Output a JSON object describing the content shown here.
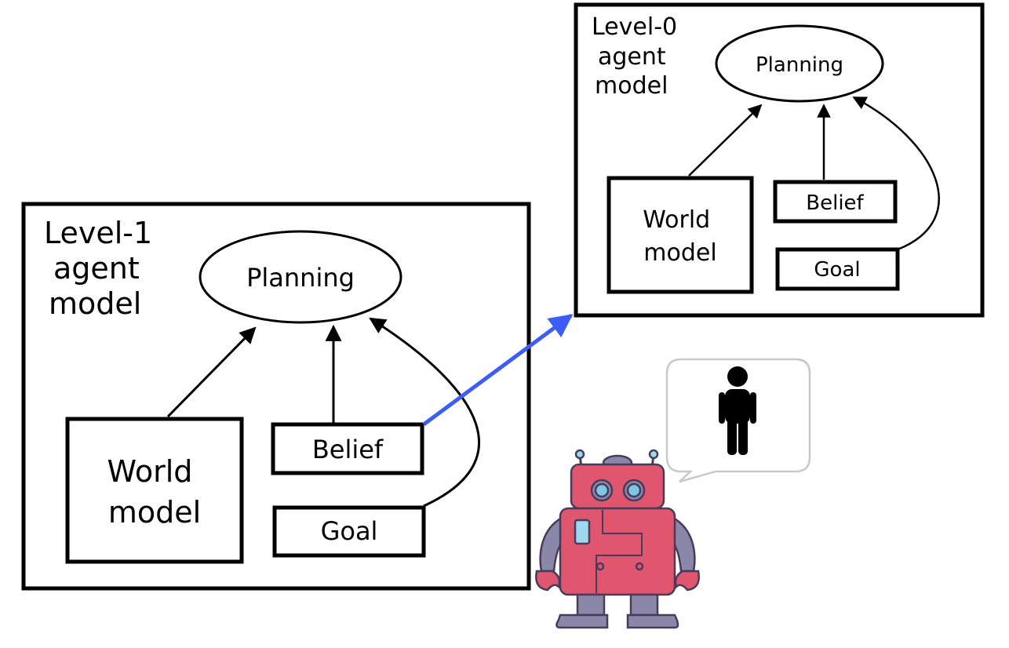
{
  "level1": {
    "title_lines": [
      "Level-1",
      "agent",
      "model"
    ],
    "planning": "Planning",
    "world_model_lines": [
      "World",
      "model"
    ],
    "belief": "Belief",
    "goal": "Goal"
  },
  "level0": {
    "title_lines": [
      "Level-0",
      "agent",
      "model"
    ],
    "planning": "Planning",
    "world_model_lines": [
      "World",
      "model"
    ],
    "belief": "Belief",
    "goal": "Goal"
  },
  "colors": {
    "stroke": "#000000",
    "belief_link": "#3d5ef5",
    "robot_body": "#e0566e",
    "robot_limbs": "#8a87a8",
    "robot_eyes": "#7ec8e3"
  },
  "icons": {
    "speech_bubble": "speech-bubble-icon",
    "person": "person-icon",
    "robot": "robot-icon"
  }
}
